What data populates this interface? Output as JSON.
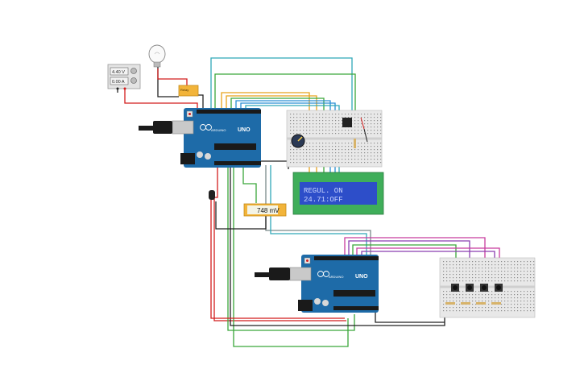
{
  "power_supply": {
    "voltage": "4.40 V",
    "current": "0.00 A"
  },
  "relay": {
    "label": "Relay"
  },
  "arduino_top": {
    "logo": "UNO",
    "brand": "ARDUINO"
  },
  "arduino_bottom": {
    "logo": "UNO",
    "brand": "ARDUINO"
  },
  "multimeter": {
    "reading": "748 mV"
  },
  "lcd": {
    "line1": "REGUL. ON",
    "line2": "24.71:OFF"
  },
  "colors": {
    "board": "#1e6ba8",
    "breadboard": "#e8e8e8",
    "lcd_bg": "#2d4ec9",
    "lcd_text": "#c9d5ff",
    "wire_red": "#d21c1c",
    "wire_black": "#222222",
    "wire_green": "#3aa63a",
    "wire_blue": "#2a8fd4",
    "wire_orange": "#e8a21a",
    "wire_purple": "#8a3fb0",
    "wire_pink": "#c83c9e",
    "wire_teal": "#2fa8b8"
  }
}
